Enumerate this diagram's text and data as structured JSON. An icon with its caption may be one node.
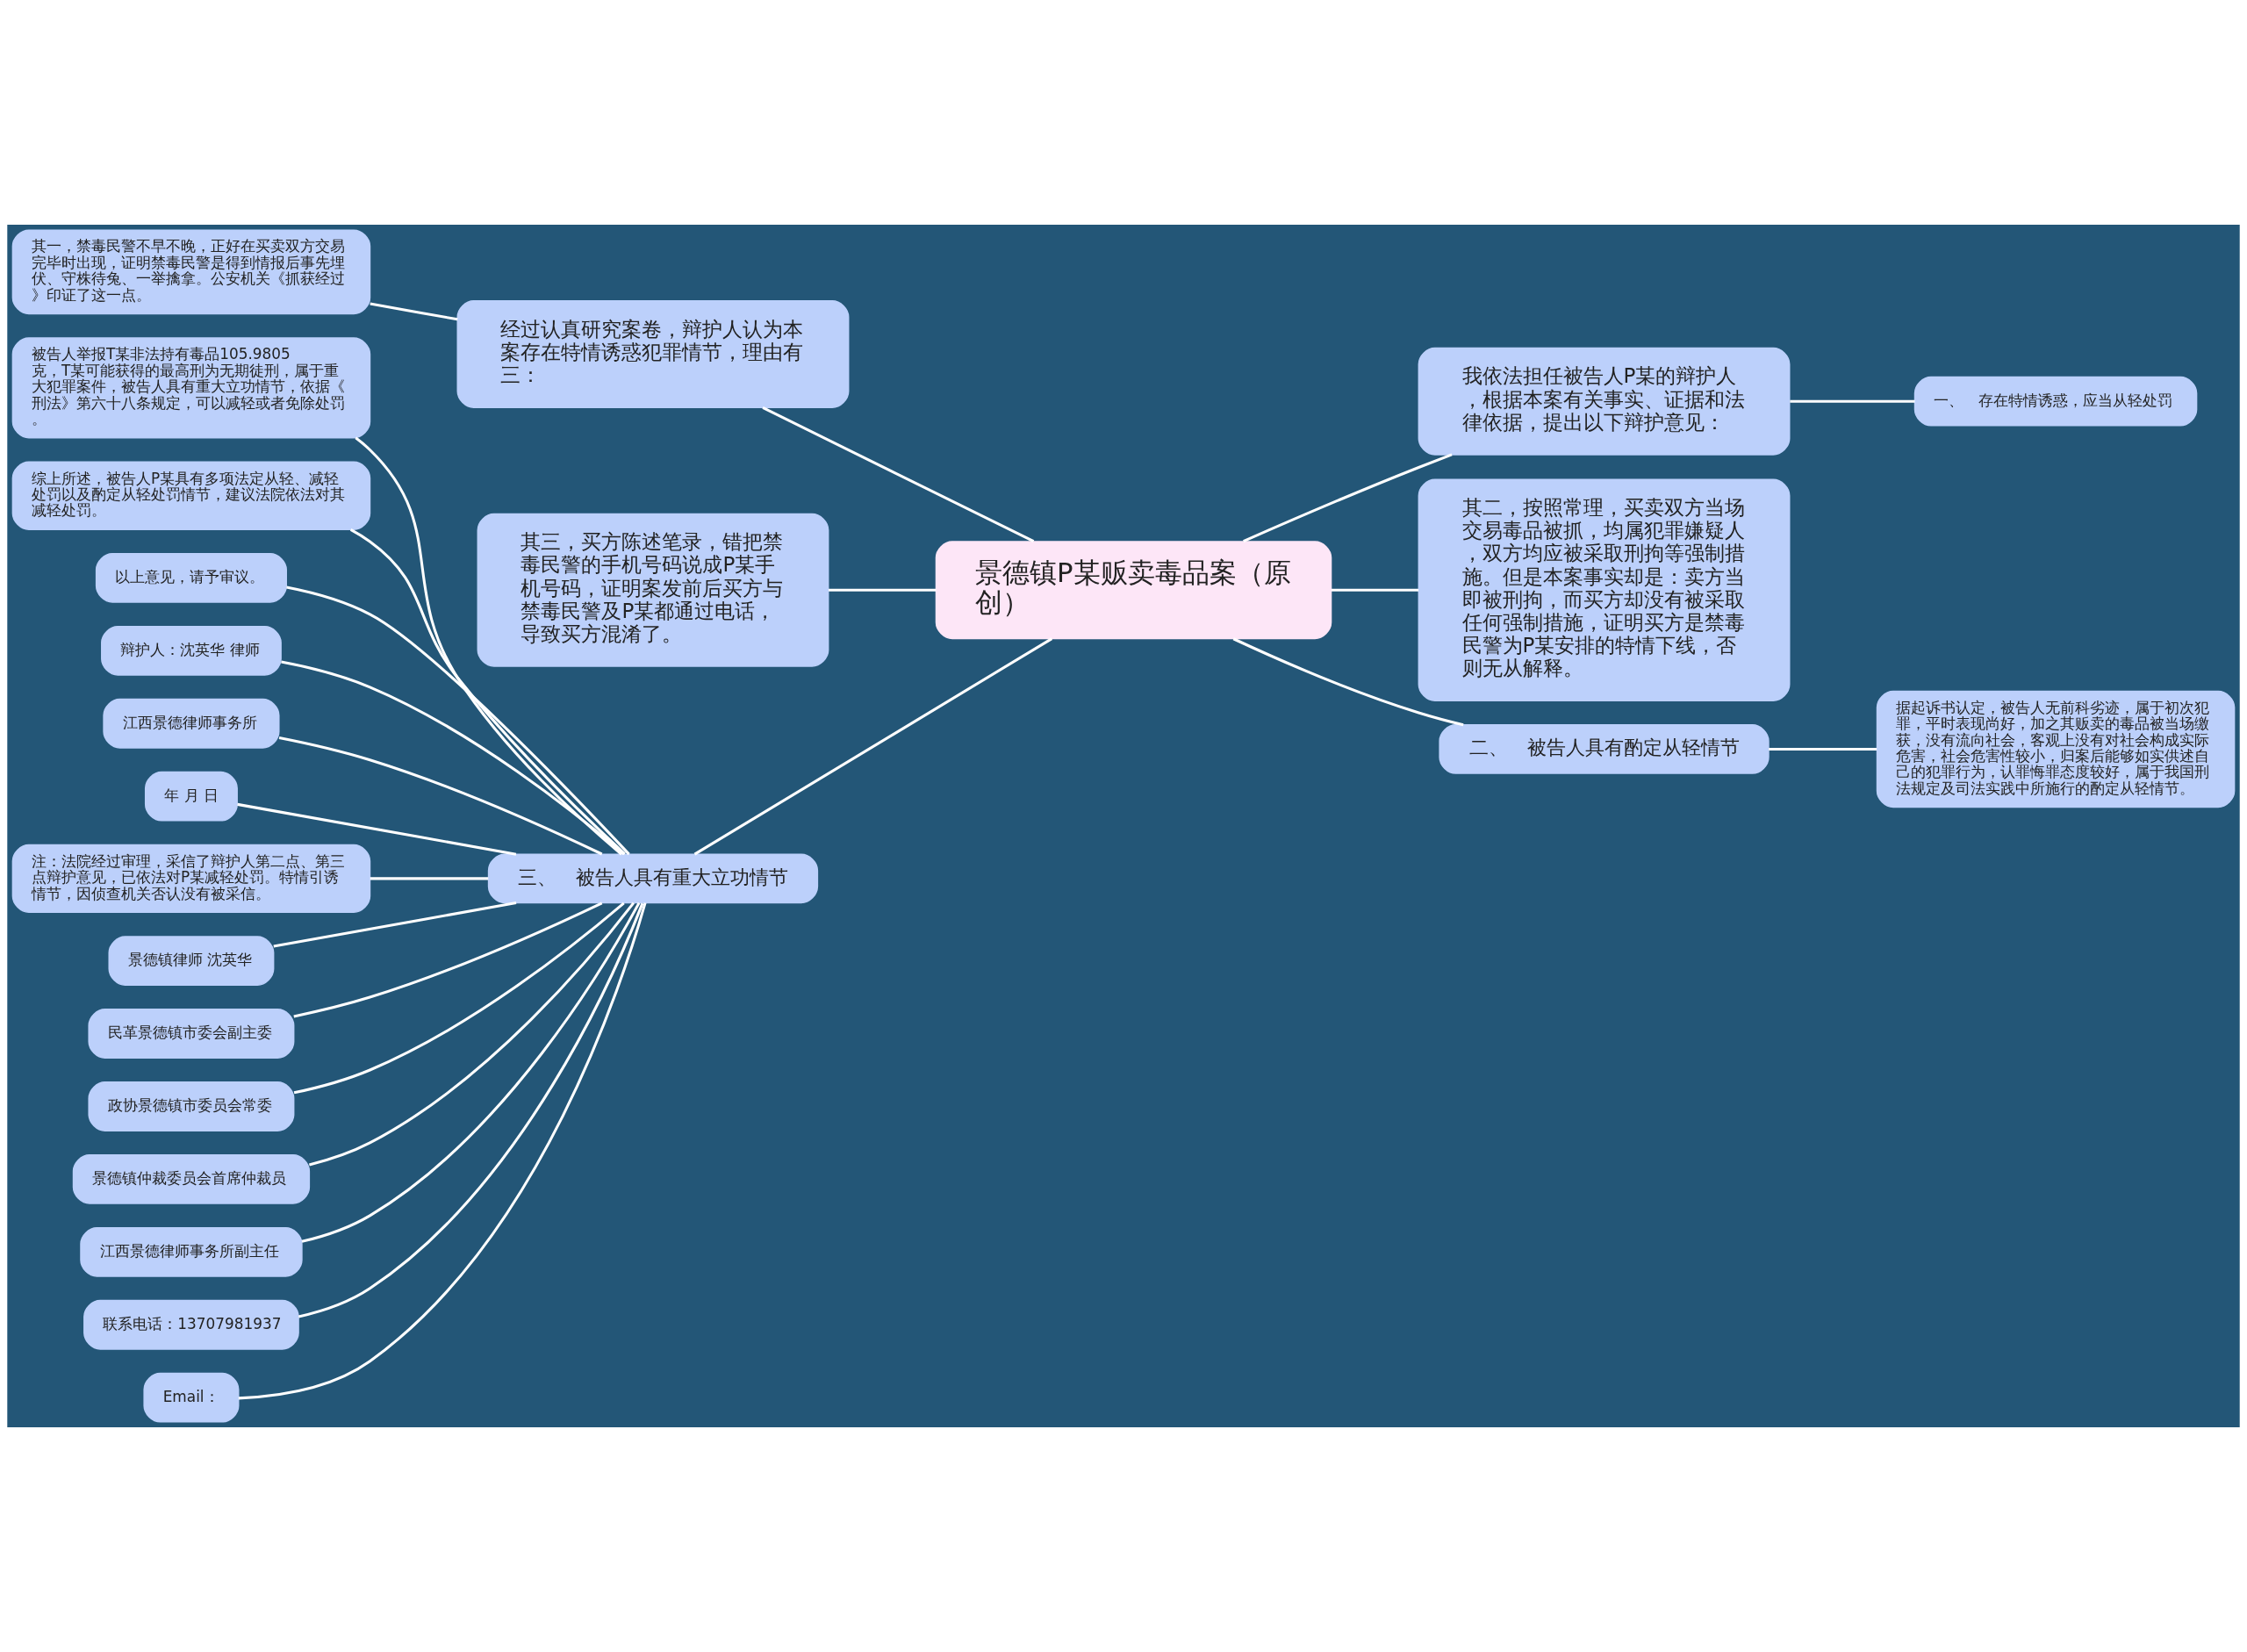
{
  "diagram": {
    "nodes": [
      {
        "text": [
          "景德镇P某贩卖毒品案（原创）"
        ]
      },
      {
        "text": [
          "经过认真研究案卷，辩护人认为本案存在特情诱惑犯罪情节，理由有三："
        ]
      },
      {
        "text": [
          "其一，禁毒民警不早不晚，正好在买卖双方交易完毕时出现，证明禁毒民警是得到情报后事先埋伏、守株待兔、一举擒拿。公安机关《抓获经过》印证了这一点。"
        ]
      },
      {
        "text": [
          "其三，买方陈述笔录，错把禁毒民警的手机号码说成P某手机号码，证明案发前后买方与禁毒民警及P某都通过电话，导致买方混淆了。"
        ]
      },
      {
        "text": [
          "三、　被告人具有重大立功情节"
        ]
      },
      {
        "text": [
          "被告人举报T某非法持有毒品105.9805克，T某可能获得的最高刑为无期徒刑，属于重大犯罪案件，被告人具有重大立功情节，依据《刑法》第六十八条规定，可以减轻或者免除处罚。"
        ]
      },
      {
        "text": [
          "综上所述，被告人P某具有多项法定从轻、减轻处罚以及酌定从轻处罚情节，建议法院依法对其减轻处罚。"
        ]
      },
      {
        "text": [
          "以上意见，请予审议。"
        ]
      },
      {
        "text": [
          "辩护人：沈英华 律师"
        ]
      },
      {
        "text": [
          "江西景德律师事务所"
        ]
      },
      {
        "text": [
          "年 月 日"
        ]
      },
      {
        "text": [
          "注：法院经过审理，采信了辩护人第二点、第三点辩护意见，已依法对P某减轻处罚。特情引诱情节，因侦查机关否认没有被采信。"
        ]
      },
      {
        "text": [
          "景德镇律师 沈英华"
        ]
      },
      {
        "text": [
          "民革景德镇市委会副主委"
        ]
      },
      {
        "text": [
          "政协景德镇市委员会常委"
        ]
      },
      {
        "text": [
          "景德镇仲裁委员会首席仲裁员"
        ]
      },
      {
        "text": [
          "江西景德律师事务所副主任"
        ]
      },
      {
        "text": [
          "联系电话：13707981937"
        ]
      },
      {
        "text": [
          "Email："
        ]
      },
      {
        "text": [
          "我依法担任被告人P某的辩护人，根据本案有关事实、证据和法律依据，提出以下辩护意见："
        ]
      },
      {
        "text": [
          "一、　存在特情诱惑，应当从轻处罚"
        ]
      },
      {
        "text": [
          "其二，按照常理，买卖双方当场交易毒品被抓，均属犯罪嫌疑人，双方均应被采取刑拘等强制措施。但是本案事实却是：卖方当即被刑拘，而买方却没有被采取任何强制措施，证明买方是禁毒民警为P某安排的特情下线，否则无从解释。"
        ]
      },
      {
        "text": [
          "二、　被告人具有酌定从轻情节"
        ]
      },
      {
        "text": [
          "据起诉书认定，被告人无前科劣迹，属于初次犯罪，平时表现尚好，加之其贩卖的毒品被当场缴获，没有流向社会，客观上没有对社会构成实际危害，社会危害性较小，归案后能够如实供述自己的犯罪行为，认罪悔罪态度较好，属于我国刑法规定及司法实践中所施行的酌定从轻情节。"
        ]
      }
    ],
    "edges": [
      {
        "from": 0,
        "to": 1,
        "arrow": "none"
      },
      {
        "from": 1,
        "to": 2,
        "arrow": "none"
      },
      {
        "from": 0,
        "to": 3,
        "arrow": "none"
      },
      {
        "from": 0,
        "to": 4,
        "arrow": "none"
      },
      {
        "from": 4,
        "to": 5,
        "arrow": "none"
      },
      {
        "from": 4,
        "to": 6,
        "arrow": "none"
      },
      {
        "from": 4,
        "to": 7,
        "arrow": "none"
      },
      {
        "from": 4,
        "to": 8,
        "arrow": "none"
      },
      {
        "from": 4,
        "to": 9,
        "arrow": "none"
      },
      {
        "from": 4,
        "to": 10,
        "arrow": "none"
      },
      {
        "from": 4,
        "to": 11,
        "arrow": "none"
      },
      {
        "from": 4,
        "to": 12,
        "arrow": "none"
      },
      {
        "from": 4,
        "to": 13,
        "arrow": "none"
      },
      {
        "from": 4,
        "to": 14,
        "arrow": "none"
      },
      {
        "from": 4,
        "to": 15,
        "arrow": "none"
      },
      {
        "from": 4,
        "to": 16,
        "arrow": "none"
      },
      {
        "from": 4,
        "to": 17,
        "arrow": "none"
      },
      {
        "from": 4,
        "to": 18,
        "arrow": "none"
      },
      {
        "from": 0,
        "to": 19,
        "arrow": "none"
      },
      {
        "from": 19,
        "to": 20,
        "arrow": "none"
      },
      {
        "from": 0,
        "to": 21,
        "arrow": "none"
      },
      {
        "from": 0,
        "to": 22,
        "arrow": "none"
      },
      {
        "from": 22,
        "to": 23,
        "arrow": "none"
      }
    ]
  }
}
